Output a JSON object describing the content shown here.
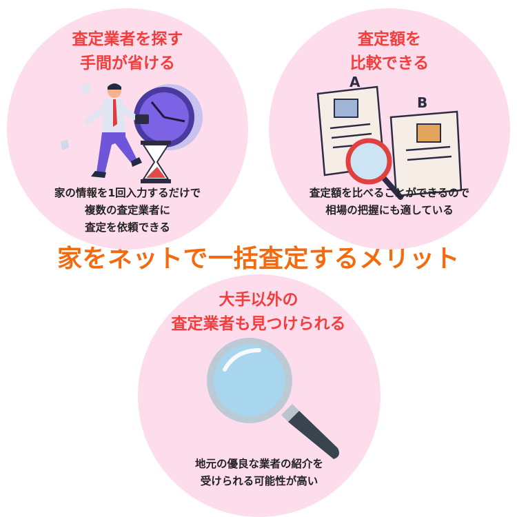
{
  "main_title": "家をネットで一括査定するメリット",
  "benefit1": {
    "title": [
      "査定業者を探す",
      "手間が省ける"
    ],
    "description": [
      "家の情報を1回入力するだけで",
      "複数の査定業者に",
      "査定を依頼できる"
    ]
  },
  "benefit2": {
    "title": [
      "査定額を",
      "比較できる"
    ],
    "description": [
      "査定額を比べることができるので",
      "相場の把握にも適している"
    ],
    "doc_labels": [
      "A",
      "B"
    ]
  },
  "benefit3": {
    "title": [
      "大手以外の",
      "査定業者も見つけられる"
    ],
    "description": [
      "地元の優良な業者の紹介を",
      "受けられる可能性が高い"
    ]
  },
  "colors": {
    "circle": "#fddcec",
    "title_red": "#f23d3d",
    "main_orange": "#f26b10",
    "text_dark": "#222222"
  },
  "icons": [
    "running-businessman-icon",
    "clock-icon",
    "hourglass-icon",
    "documents-compare-icon",
    "magnifying-glass-icon"
  ]
}
